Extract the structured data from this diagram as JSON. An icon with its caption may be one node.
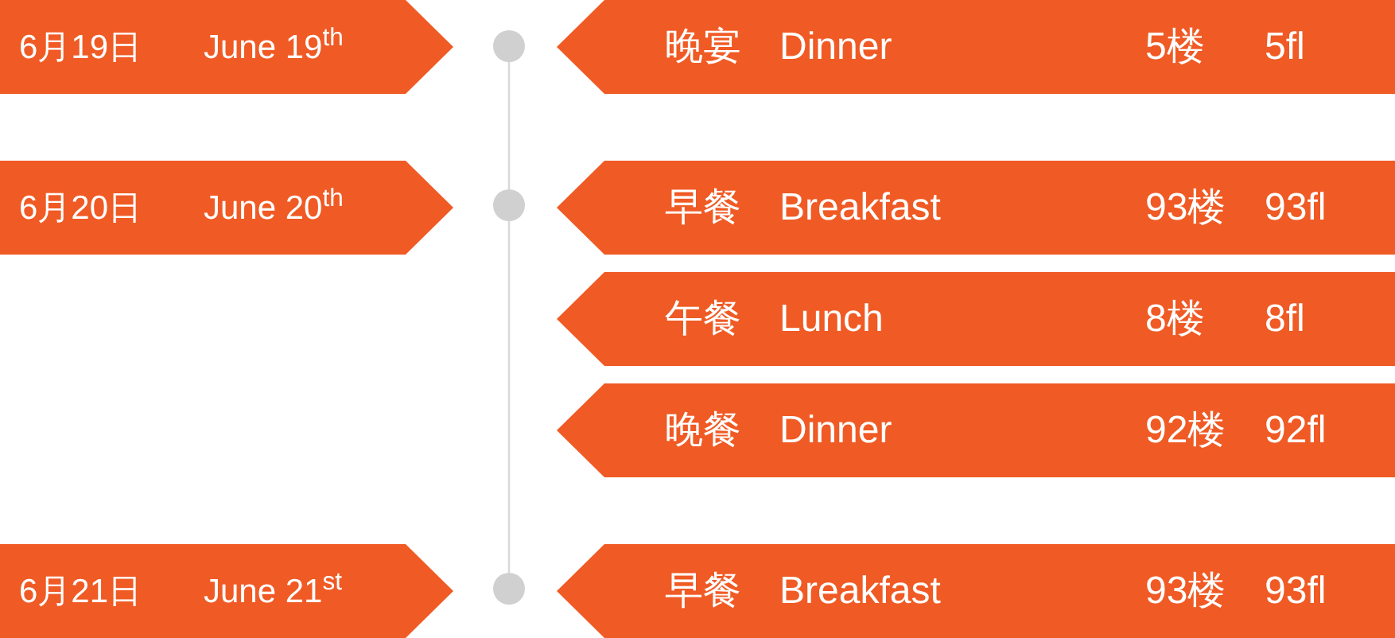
{
  "diagram": {
    "nodes": [
      {
        "text": [
          "6月19日",
          "June 19$^{th}$"
        ]
      },
      {
        "text": [],
        "shape": "circle"
      },
      {
        "text": [
          "晚宴",
          "Dinner",
          "5楼",
          "5fl"
        ]
      },
      {
        "text": [
          "6月20日",
          "June 20$^{th}$"
        ]
      },
      {
        "text": [],
        "shape": "circle"
      },
      {
        "text": [
          "早餐",
          "Breakfast",
          "93楼",
          "93fl"
        ]
      },
      {
        "text": [
          "午餐",
          "Lunch",
          "8楼",
          "8fl"
        ]
      },
      {
        "text": [
          "晚餐",
          "Dinner",
          "92楼",
          "92fl"
        ]
      },
      {
        "text": [
          "6月21日",
          "June 21$^{st}$"
        ]
      },
      {
        "text": [],
        "shape": "circle"
      },
      {
        "text": [
          "早餐",
          "Breakfast",
          "93楼",
          "93fl"
        ]
      }
    ],
    "edges": [
      {
        "from": 1,
        "to": 4,
        "arrow": "none"
      },
      {
        "from": 4,
        "to": 9,
        "arrow": "none"
      }
    ]
  }
}
